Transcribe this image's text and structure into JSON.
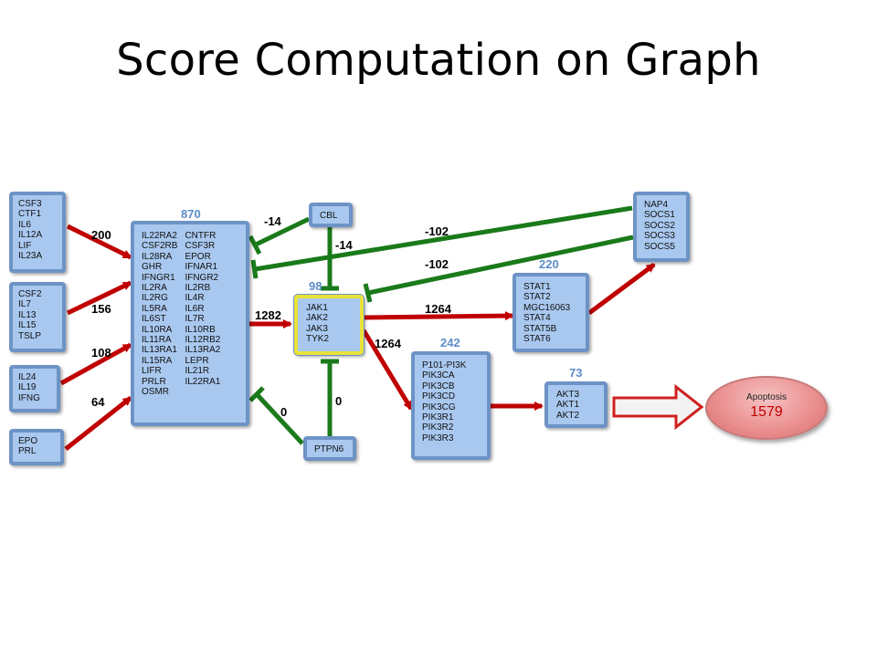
{
  "title": "Score Computation on Graph",
  "colors": {
    "activation": "#c00000",
    "inhibition": "#1a7a1a",
    "node_fill": "#a9c8ef",
    "node_border": "#6d93c6",
    "score": "#5b8dc8",
    "jak_border": "#e8e23a",
    "apoptosis": "#eb9191"
  },
  "nodes": {
    "n1": {
      "lines": [
        "CSF3",
        "CTF1",
        "IL6",
        "IL12A",
        "LIF",
        "IL23A"
      ]
    },
    "n2": {
      "lines": [
        "CSF2",
        "IL7",
        "IL13",
        "IL15",
        "TSLP"
      ]
    },
    "n3": {
      "lines": [
        "IL24",
        "IL19",
        "IFNG"
      ]
    },
    "n4": {
      "lines": [
        "EPO",
        "PRL"
      ]
    },
    "receptors": {
      "score": "870",
      "col1": [
        "IL22RA2",
        "CSF2RB",
        "IL28RA",
        "GHR",
        "IFNGR1",
        "IL2RA",
        "IL2RG",
        "IL5RA",
        "IL6ST",
        "IL10RA",
        "IL11RA",
        "IL13RA1",
        "IL15RA",
        "LIFR",
        "PRLR",
        "OSMR"
      ],
      "col2": [
        "CNTFR",
        "CSF3R",
        "EPOR",
        "IFNAR1",
        "IFNGR2",
        "IL2RB",
        "IL4R",
        "IL6R",
        "IL7R",
        "IL10RB",
        "IL12RB2",
        "IL13RA2",
        "LEPR",
        "IL21R",
        "IL22RA1"
      ]
    },
    "cbl": {
      "lines": [
        "CBL"
      ]
    },
    "jak": {
      "score": "98",
      "lines": [
        "JAK1",
        "JAK2",
        "JAK3",
        "TYK2"
      ]
    },
    "ptpn6": {
      "lines": [
        "PTPN6"
      ]
    },
    "socs": {
      "lines": [
        "NAP4",
        "SOCS1",
        "SOCS2",
        "SOCS3",
        "SOCS5"
      ]
    },
    "stat": {
      "score": "220",
      "lines": [
        "STAT1",
        "STAT2",
        "MGC16063",
        "STAT4",
        "STAT5B",
        "STAT6"
      ]
    },
    "pi3k": {
      "score": "242",
      "lines": [
        "P101-PI3K",
        "PIK3CA",
        "PIK3CB",
        "PIK3CD",
        "PIK3CG",
        "PIK3R1",
        "PIK3R2",
        "PIK3R3"
      ]
    },
    "akt": {
      "score": "73",
      "lines": [
        "AKT3",
        "AKT1",
        "AKT2"
      ]
    },
    "apoptosis": {
      "name": "Apoptosis",
      "value": "1579"
    }
  },
  "edges": [
    {
      "id": "e1",
      "from": "n1",
      "to": "receptors",
      "type": "activation",
      "label": "200"
    },
    {
      "id": "e2",
      "from": "n2",
      "to": "receptors",
      "type": "activation",
      "label": "156"
    },
    {
      "id": "e3",
      "from": "n3",
      "to": "receptors",
      "type": "activation",
      "label": "108"
    },
    {
      "id": "e4",
      "from": "n4",
      "to": "receptors",
      "type": "activation",
      "label": "64"
    },
    {
      "id": "e5",
      "from": "cbl",
      "to": "receptors",
      "type": "inhibition",
      "label": "-14"
    },
    {
      "id": "e6",
      "from": "cbl",
      "to": "jak",
      "type": "inhibition",
      "label": "-14"
    },
    {
      "id": "e7",
      "from": "socs",
      "to": "receptors",
      "type": "inhibition",
      "label": "-102"
    },
    {
      "id": "e8",
      "from": "socs",
      "to": "jak",
      "type": "inhibition",
      "label": "-102"
    },
    {
      "id": "e9",
      "from": "receptors",
      "to": "jak",
      "type": "activation",
      "label": "1282"
    },
    {
      "id": "e10",
      "from": "ptpn6",
      "to": "receptors",
      "type": "inhibition",
      "label": "0"
    },
    {
      "id": "e11",
      "from": "ptpn6",
      "to": "jak",
      "type": "inhibition",
      "label": "0"
    },
    {
      "id": "e12",
      "from": "jak",
      "to": "stat",
      "type": "activation",
      "label": "1264"
    },
    {
      "id": "e13",
      "from": "jak",
      "to": "pi3k",
      "type": "activation",
      "label": "1264"
    },
    {
      "id": "e14",
      "from": "stat",
      "to": "socs",
      "type": "activation",
      "label": ""
    },
    {
      "id": "e15",
      "from": "pi3k",
      "to": "akt",
      "type": "activation",
      "label": ""
    },
    {
      "id": "e16",
      "from": "akt",
      "to": "apoptosis",
      "type": "activation",
      "label": ""
    }
  ]
}
